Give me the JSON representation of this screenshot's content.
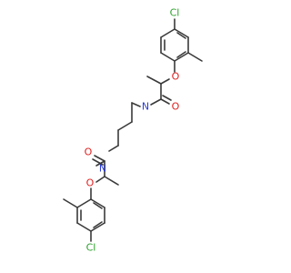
{
  "structure": {
    "atom_colors": {
      "Cl": "#2ca02c",
      "O": "#e02020",
      "N": "#2a3bd6",
      "C": "#3a3a3a"
    },
    "labels": {
      "cl_top": "Cl",
      "o_ether_top": "O",
      "o_carbonyl_top": "O",
      "n_top": "N",
      "n_bottom": "N",
      "o_carbonyl_bottom": "O",
      "o_ether_bottom": "O",
      "cl_bottom": "Cl"
    }
  }
}
